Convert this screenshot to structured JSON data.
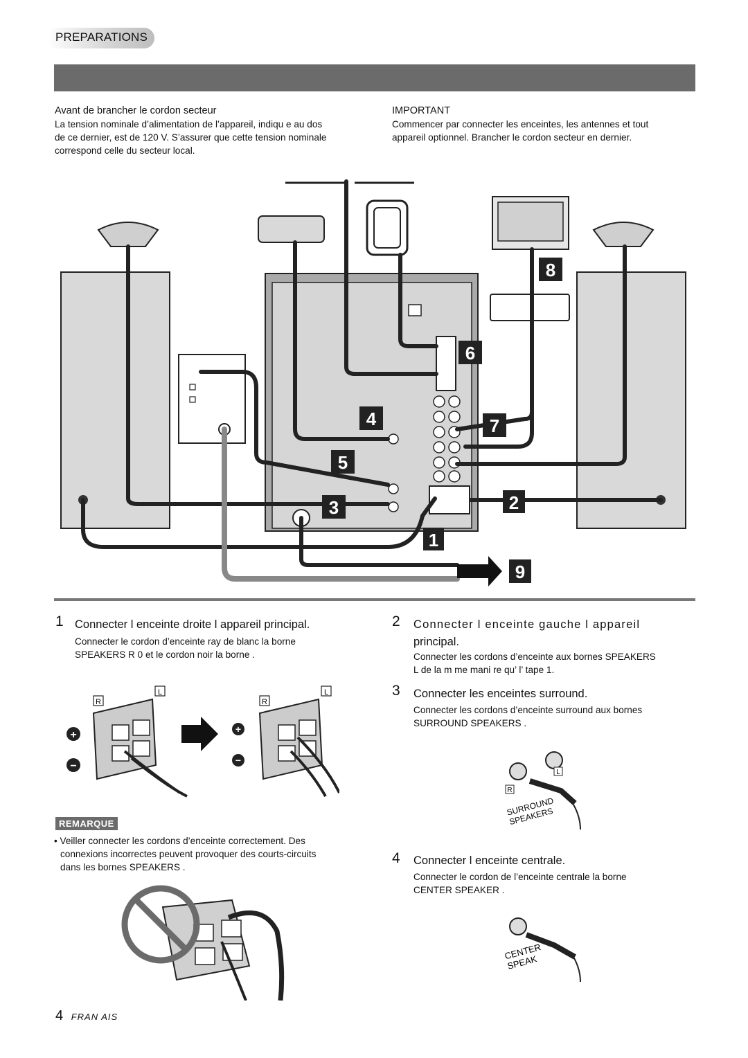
{
  "header": {
    "section": "PREPARATIONS"
  },
  "before": {
    "title": "Avant de brancher le cordon secteur",
    "lines": [
      "La tension nominale d’alimentation de l’appareil, indiqu  e au dos",
      "de ce dernier, est de 120 V. S’assurer que cette tension nominale",
      "correspond    celle du secteur local."
    ]
  },
  "important": {
    "title": "IMPORTANT",
    "lines": [
      "Commencer par connecter les enceintes, les antennes et tout",
      "appareil optionnel. Brancher le cordon secteur en dernier."
    ]
  },
  "diagram": {
    "step_numbers": [
      "1",
      "2",
      "3",
      "4",
      "5",
      "6",
      "7",
      "8",
      "9"
    ]
  },
  "steps": {
    "s1": {
      "num": "1",
      "title": "Connecter l  enceinte droite    l appareil principal.",
      "lines": [
        "Connecter le cordon d’enceinte ray  de blanc    la borne",
        "SPEAKERS R  0   et le cordon noir    la borne     ."
      ]
    },
    "s2": {
      "num": "2",
      "title1": "Connecter  l   enceinte  gauche     l appareil",
      "title2": "principal.",
      "lines": [
        "Connecter les cordons d’enceinte aux bornes SPEAKERS",
        "L de la m  me mani  re qu’   l’  tape 1."
      ]
    },
    "s3": {
      "num": "3",
      "title": "Connecter les enceintes surround.",
      "lines": [
        "Connecter les cordons d’enceinte surround aux bornes",
        "SURROUND SPEAKERS ."
      ]
    },
    "s4": {
      "num": "4",
      "title": "Connecter l   enceinte centrale.",
      "lines": [
        "Connecter le cordon de l’enceinte centrale    la borne",
        "CENTER SPEAKER ."
      ]
    }
  },
  "illus": {
    "term_r": "R",
    "term_l": "L",
    "plus": "+",
    "minus": "−",
    "surround_label1": "SURROUND",
    "surround_label2": "SPEAKERS",
    "center_label1": "CENTER",
    "center_label2": "SPEAK"
  },
  "remark": {
    "badge": "REMARQUE",
    "lines": [
      "• Veiller    connecter les cordons d’enceinte correctement. Des",
      "connexions incorrectes peuvent provoquer des courts-circuits",
      "dans les bornes SPEAKERS ."
    ]
  },
  "footer": {
    "page": "4",
    "lang": "FRAN   AIS"
  }
}
